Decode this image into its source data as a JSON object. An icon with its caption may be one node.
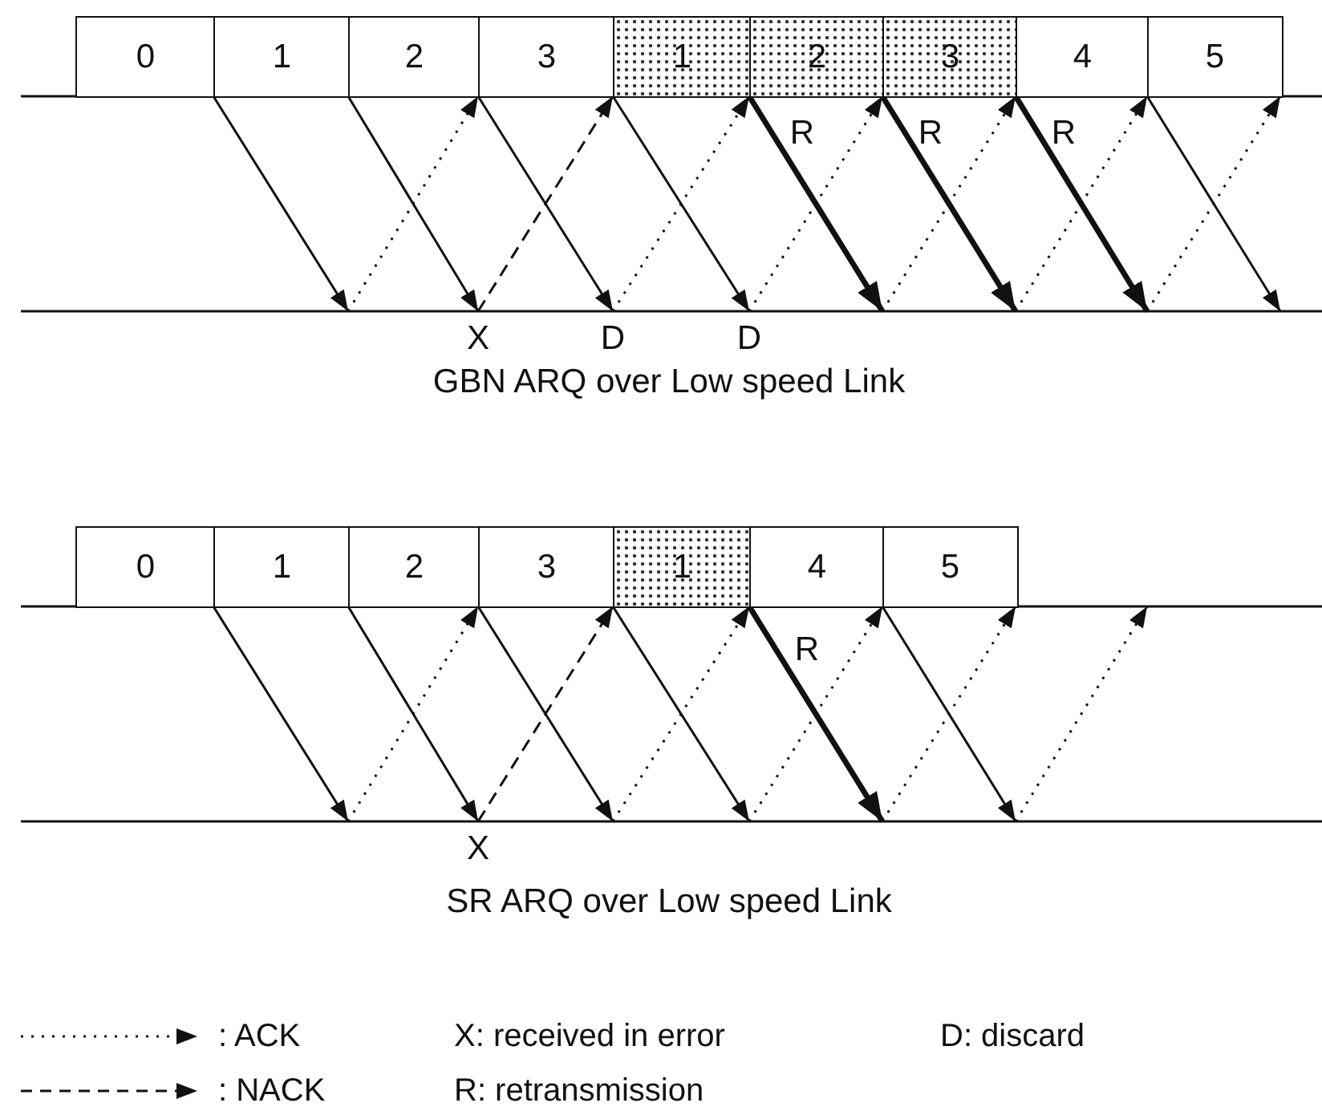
{
  "diagram": {
    "nodes": [
      {
        "text": [
          "0"
        ]
      },
      {
        "text": [
          "1"
        ]
      },
      {
        "text": [
          "2"
        ]
      },
      {
        "text": [
          "3"
        ]
      },
      {
        "text": [
          "1"
        ]
      },
      {
        "text": [
          "2"
        ]
      },
      {
        "text": [
          "3"
        ]
      },
      {
        "text": [
          "4"
        ]
      },
      {
        "text": [
          "5"
        ]
      },
      {
        "text": [],
        "shape": "bar"
      },
      {
        "text": [],
        "shape": "bar"
      },
      {
        "text": [
          "0"
        ]
      },
      {
        "text": [
          "1"
        ]
      },
      {
        "text": [
          "2"
        ]
      },
      {
        "text": [
          "3"
        ]
      },
      {
        "text": [
          "1"
        ]
      },
      {
        "text": [
          "4"
        ]
      },
      {
        "text": [
          "5"
        ]
      },
      {
        "text": [],
        "shape": "bar"
      },
      {
        "text": [],
        "shape": "bar"
      }
    ],
    "edges": [
      {
        "from": 9,
        "to": 10,
        "arrow": "to"
      },
      {
        "from": 9,
        "to": 10,
        "arrow": "to"
      },
      {
        "from": 9,
        "to": 10,
        "arrow": "to"
      },
      {
        "from": 9,
        "to": 10,
        "arrow": "to"
      },
      {
        "from": 9,
        "to": 10,
        "arrow": "to",
        "style": "thick"
      },
      {
        "from": 9,
        "to": 10,
        "arrow": "to",
        "style": "thick"
      },
      {
        "from": 9,
        "to": 10,
        "arrow": "to",
        "style": "thick"
      },
      {
        "from": 9,
        "to": 10,
        "arrow": "to"
      },
      {
        "from": 10,
        "to": 9,
        "arrow": "to",
        "style": "dashed"
      },
      {
        "from": 10,
        "to": 9,
        "arrow": "to",
        "style": "dashed"
      },
      {
        "from": 10,
        "to": 9,
        "arrow": "to",
        "style": "dashed"
      },
      {
        "from": 10,
        "to": 9,
        "arrow": "to",
        "style": "dashed"
      },
      {
        "from": 10,
        "to": 9,
        "arrow": "to",
        "style": "dashed"
      },
      {
        "from": 10,
        "to": 9,
        "arrow": "to",
        "style": "dashed"
      },
      {
        "from": 10,
        "to": 9,
        "arrow": "to",
        "style": "dashed"
      },
      {
        "from": 18,
        "to": 19,
        "arrow": "to"
      },
      {
        "from": 18,
        "to": 19,
        "arrow": "to"
      },
      {
        "from": 18,
        "to": 19,
        "arrow": "to"
      },
      {
        "from": 18,
        "to": 19,
        "arrow": "to"
      },
      {
        "from": 18,
        "to": 19,
        "arrow": "to",
        "style": "thick"
      },
      {
        "from": 18,
        "to": 19,
        "arrow": "to"
      },
      {
        "from": 19,
        "to": 18,
        "arrow": "to",
        "style": "dashed"
      },
      {
        "from": 19,
        "to": 18,
        "arrow": "to",
        "style": "dashed"
      },
      {
        "from": 19,
        "to": 18,
        "arrow": "to",
        "style": "dashed"
      },
      {
        "from": 19,
        "to": 18,
        "arrow": "to",
        "style": "dashed"
      },
      {
        "from": 19,
        "to": 18,
        "arrow": "to",
        "style": "dashed"
      },
      {
        "from": 19,
        "to": 18,
        "arrow": "to",
        "style": "dashed"
      }
    ],
    "labels": [
      "R",
      "R",
      "R",
      "X",
      "D",
      "D",
      "GBN ARQ over Low speed Link",
      "R",
      "X",
      "SR ARQ over Low speed Link"
    ],
    "legend": [
      {
        "text": ": ACK"
      },
      {
        "text": "X: received in error"
      },
      {
        "text": "D: discard"
      },
      {
        "text": ": NACK"
      },
      {
        "text": "R: retransmission"
      }
    ]
  }
}
